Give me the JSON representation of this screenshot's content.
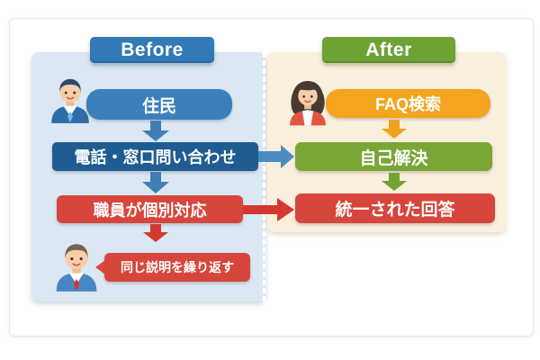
{
  "before": {
    "header_label": "Before",
    "steps": [
      {
        "label": "住民"
      },
      {
        "label": "電話・窓口問い合わせ"
      },
      {
        "label": "職員が個別対応"
      }
    ],
    "speech_bubble": "同じ説明を繰り返す"
  },
  "after": {
    "header_label": "After",
    "steps": [
      {
        "label": "FAQ検索"
      },
      {
        "label": "自己解決"
      },
      {
        "label": "統一された回答"
      }
    ]
  },
  "colors": {
    "before_accent": "#3279b7",
    "before_panel_bg": "#dbe8f4",
    "resident_box": "#3b80ba",
    "phone_box": "#1e5c91",
    "staff_box": "#d7463c",
    "speech_bubble_bg": "#d7463c",
    "after_accent": "#6fa235",
    "after_panel_bg": "#faeedd",
    "faq_box": "#f3a51f",
    "self_solve_box": "#7aa636",
    "unified_box": "#d7463c",
    "blue_down_arrow": "#3f7fb5",
    "red_down_arrow": "#d2382e",
    "orange_down_arrow": "#efa31c",
    "green_down_arrow": "#74a233",
    "blue_cross_arrow": "#4a8cc2",
    "red_cross_arrow": "#d2382e"
  }
}
